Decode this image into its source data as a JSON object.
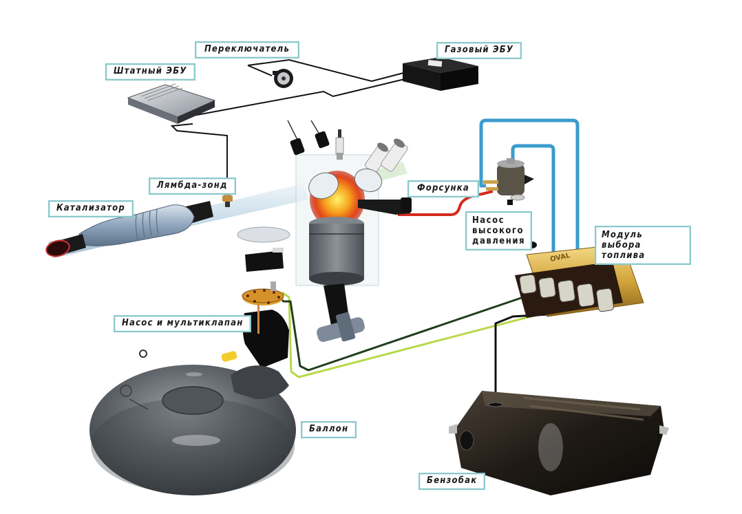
{
  "diagram": {
    "title": "Схема установки ГБО с непосредственным впрыском",
    "components": [
      {
        "id": "switch",
        "label": "Переключатель"
      },
      {
        "id": "gas_ecu",
        "label": "Газовый ЭБУ"
      },
      {
        "id": "std_ecu",
        "label": "Штатный ЭБУ"
      },
      {
        "id": "lambda",
        "label": "Лямбда-зонд"
      },
      {
        "id": "catalyst",
        "label": "Катализатор"
      },
      {
        "id": "injector",
        "label": "Форсунка"
      },
      {
        "id": "hp_pump",
        "label": "Насос\nвысокого\nдавления"
      },
      {
        "id": "selector",
        "label": "Модуль выбора\nтоплива"
      },
      {
        "id": "pump_valve",
        "label": "Насос и мультиклапан"
      },
      {
        "id": "lpg_tank",
        "label": "Баллон"
      },
      {
        "id": "petrol_tank",
        "label": "Бензобак"
      }
    ],
    "connections": [
      {
        "from": "std_ecu",
        "to": "gas_ecu",
        "type": "wire"
      },
      {
        "from": "switch",
        "to": "gas_ecu",
        "type": "wire"
      },
      {
        "from": "std_ecu",
        "to": "lambda",
        "type": "wire"
      },
      {
        "from": "hp_pump",
        "to": "injector",
        "type": "high-pressure fuel line"
      },
      {
        "from": "hp_pump",
        "to": "selector",
        "type": "fuel line"
      },
      {
        "from": "pump_valve",
        "to": "selector",
        "type": "LPG line"
      },
      {
        "from": "petrol_tank",
        "to": "selector",
        "type": "petrol line"
      }
    ],
    "colors": {
      "label_border": "#8cc8cc",
      "wire": "#111111",
      "fuel_line_blue": "#3a9ccc",
      "hp_line_red": "#d42a1e",
      "lpg_line_green": "#b7d84a",
      "lpg_line_dark": "#1f3d1f",
      "tank_gray": "#5b6066",
      "petrol_tank": "#2b241d",
      "module_gold": "#d8b24a"
    },
    "selector_brand_text": "OVAL"
  }
}
